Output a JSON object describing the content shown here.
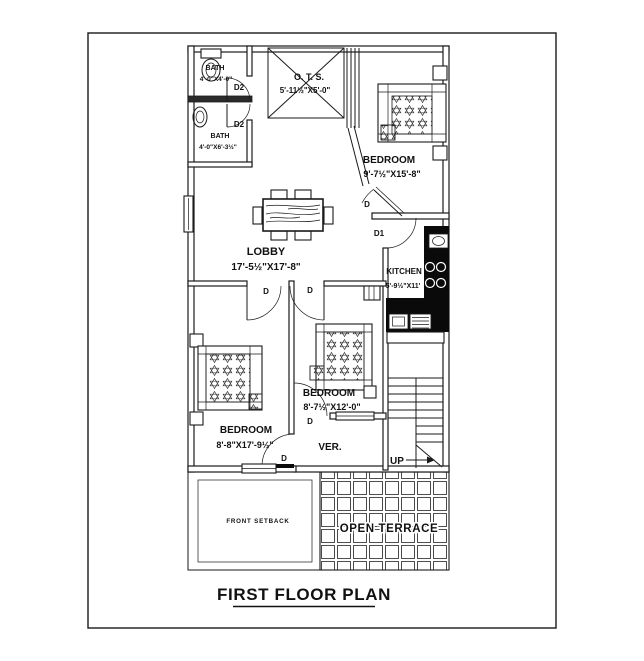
{
  "title": {
    "text": "FIRST FLOOR PLAN"
  },
  "rooms": {
    "bath_top": {
      "name": "BATH",
      "dims": "4'-0\"X4'-0\""
    },
    "bath_bottom": {
      "name": "BATH",
      "dims": "4'-0\"X6'-3½\""
    },
    "ots": {
      "name": "O. T. S.",
      "dims": "5'-11½\"X5'-0\""
    },
    "bedroom_top_right": {
      "name": "BEDROOM",
      "dims": "9'-7½\"X15'-8\""
    },
    "lobby": {
      "name": "LOBBY",
      "dims": "17'-5½\"X17'-8\""
    },
    "kitchen": {
      "name": "KITCHEN",
      "dims": "5'-9½\"X11'"
    },
    "bedroom_middle": {
      "name": "BEDROOM",
      "dims": "8'-7½\"X12'-0\""
    },
    "bedroom_bottom_left": {
      "name": "BEDROOM",
      "dims": "8'-8\"X17'-9½\""
    },
    "verandah": {
      "name": "VER."
    },
    "front_setback": {
      "name": "FRONT SETBACK"
    },
    "open_terrace": {
      "name": "OPEN TERRACE"
    }
  },
  "stairs": {
    "up_label": "UP"
  },
  "doors": {
    "d": "D",
    "d1": "D1",
    "d2": "D2"
  },
  "colors": {
    "line": "#1a1a1a",
    "solid": "#0a0a0a",
    "paper": "#ffffff"
  }
}
